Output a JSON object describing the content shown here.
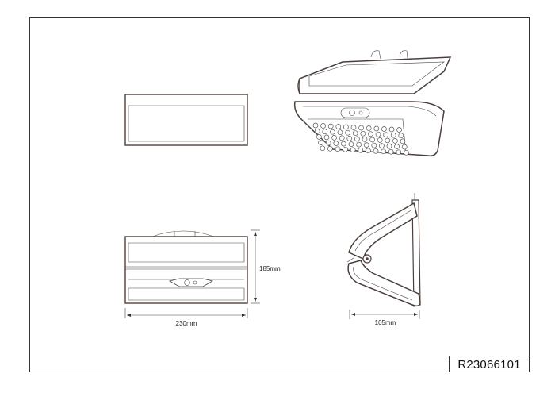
{
  "drawing": {
    "product_code": "R23066101",
    "dimensions": {
      "width": "230mm",
      "height": "185mm",
      "depth": "105mm"
    }
  }
}
